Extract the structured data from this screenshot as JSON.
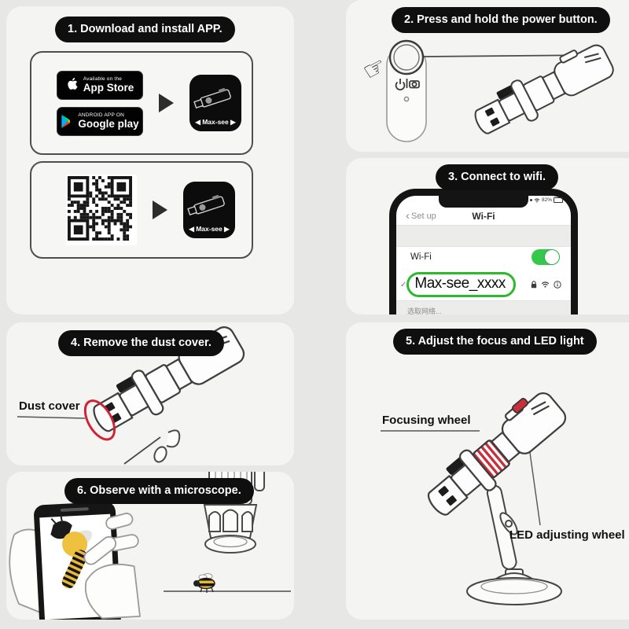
{
  "colors": {
    "page_bg": "#e7e7e6",
    "panel_bg": "#f4f4f3",
    "badge_bg": "#0f0f0f",
    "accent_red": "#c7303a",
    "toggle_green": "#35c84b",
    "highlight_green": "#2db92d",
    "bee_yellow": "#e9b93c"
  },
  "icons": {
    "hand_pointer": "☞",
    "check": "✓",
    "back_chevron": "‹"
  },
  "step1": {
    "title": "1. Download and install APP.",
    "app_store": {
      "line1": "Available on the",
      "line2": "App Store"
    },
    "google_play": {
      "line1": "ANDROID APP ON",
      "line2": "Google play"
    },
    "app_icon_label": "◀ Max-see ▶"
  },
  "step2": {
    "title": "2. Press and hold the power button."
  },
  "step3": {
    "title": "3. Connect to wifi.",
    "phone": {
      "battery": "82%",
      "back_label": "Set up",
      "header_title": "Wi-Fi",
      "wifi_row_label": "Wi-Fi",
      "network_name": "Max-see_xxxx",
      "hint_text": "选取网络..."
    }
  },
  "step4": {
    "title": "4. Remove the dust cover.",
    "part_label": "Dust cover"
  },
  "step5": {
    "title": "5. Adjust the focus and LED light",
    "focus_label": "Focusing wheel",
    "led_label": "LED adjusting wheel"
  },
  "step6": {
    "title": "6. Observe with a microscope."
  }
}
